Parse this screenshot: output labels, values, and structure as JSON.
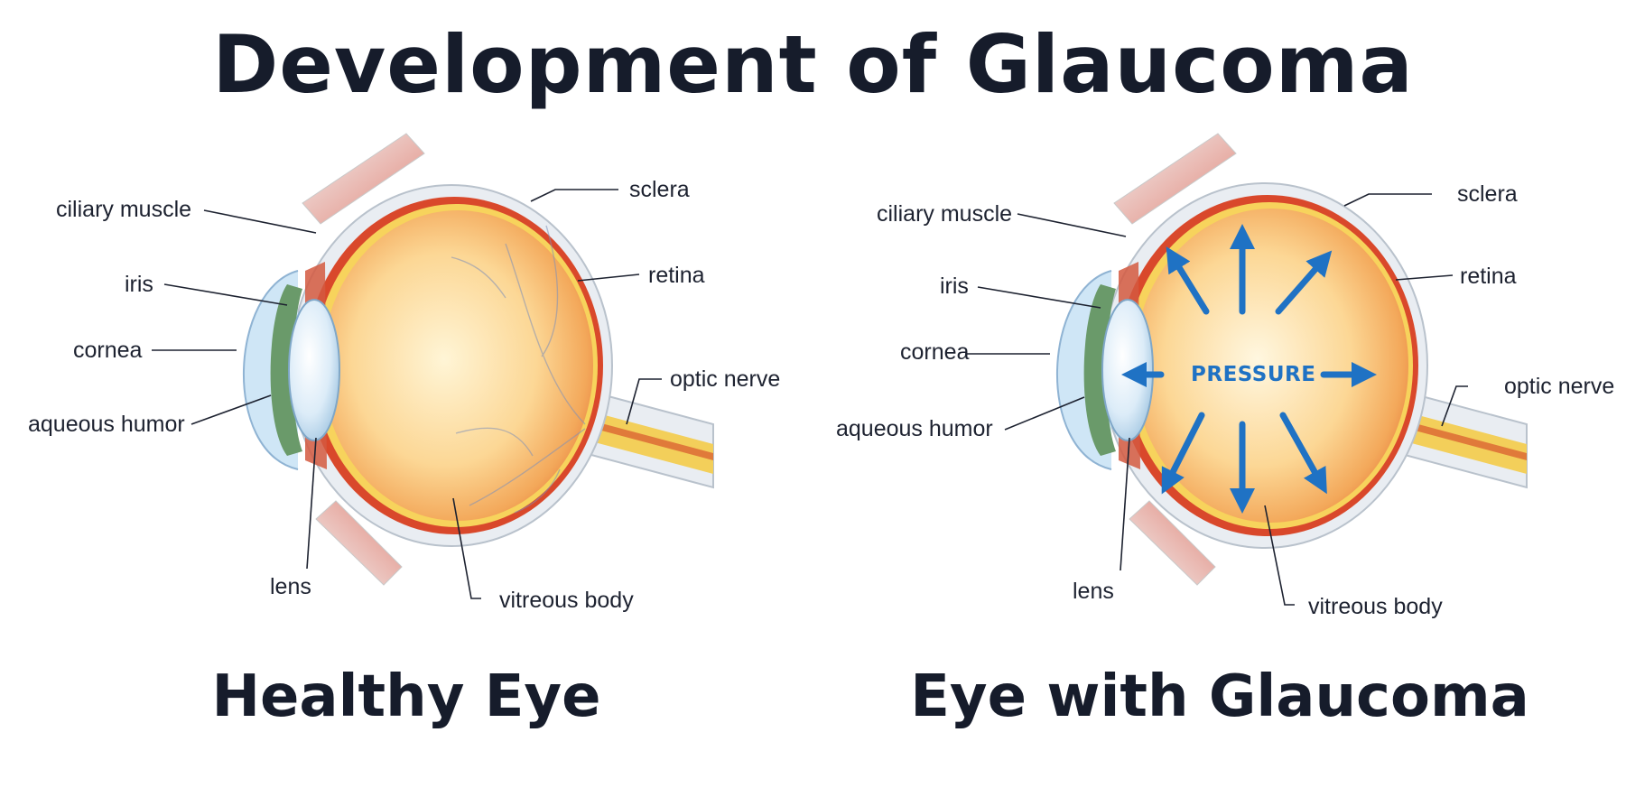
{
  "title": "Development of Glaucoma",
  "healthy": {
    "heading": "Healthy Eye",
    "labels": {
      "ciliary_muscle": "ciliary muscle",
      "iris": "iris",
      "cornea": "cornea",
      "aqueous_humor": "aqueous humor",
      "sclera": "sclera",
      "retina": "retina",
      "optic_nerve": "optic nerve",
      "lens": "lens",
      "vitreous_body": "vitreous body"
    }
  },
  "glaucoma": {
    "heading": "Eye with Glaucoma",
    "pressure": "PRESSURE",
    "labels": {
      "ciliary_muscle": "ciliary muscle",
      "iris": "iris",
      "cornea": "cornea",
      "aqueous_humor": "aqueous humor",
      "sclera": "sclera",
      "retina": "retina",
      "optic_nerve": "optic nerve",
      "lens": "lens",
      "vitreous_body": "vitreous body"
    }
  },
  "colors": {
    "title": "#161c2b",
    "sclera": "#e9edf2",
    "retina": "#d9482b",
    "vitreous": "#f6c674",
    "optic_nerve": "#f2c84f",
    "muscle": "#d83a33",
    "iris": "#6a9a6a",
    "lens": "#cfe4f4",
    "pressure_arrows": "#1f72c4"
  }
}
